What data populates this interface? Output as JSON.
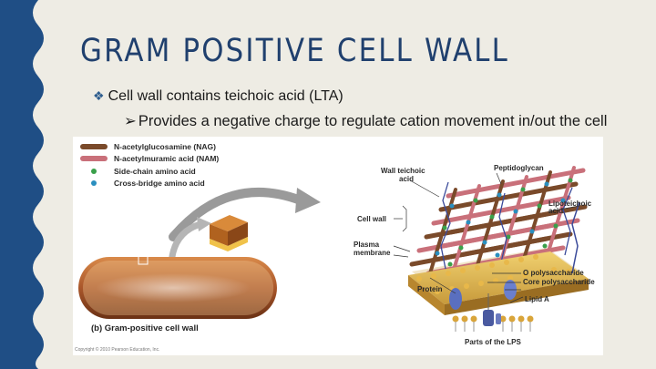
{
  "slide": {
    "title": "GRAM POSITIVE CELL WALL",
    "bullets": [
      {
        "marker": "❖",
        "text": "Cell wall contains teichoic acid (LTA)"
      },
      {
        "marker": "➢",
        "text": "Provides a negative charge to regulate cation movement in/out the cell"
      }
    ]
  },
  "figure": {
    "legend": [
      {
        "label": "N-acetylglucosamine (NAG)",
        "color": "#7a4a2a"
      },
      {
        "label": "N-acetylmuramic acid (NAM)",
        "color": "#c9707a"
      },
      {
        "label": "Side-chain amino acid",
        "color": "#3aa04a"
      },
      {
        "label": "Cross-bridge amino acid",
        "color": "#2a8fbf"
      }
    ],
    "labels": {
      "wall_teichoic_acid": [
        "Wall teichoic",
        "acid"
      ],
      "peptidoglycan": "Peptidoglycan",
      "lipoteichoic_acid": [
        "Lipoteichoic",
        "acid"
      ],
      "cell_wall": "Cell wall",
      "plasma_membrane": [
        "Plasma",
        "membrane"
      ],
      "protein": "Protein",
      "o_polysaccharide": "O polysaccharide",
      "core_polysaccharide": "Core polysaccharide",
      "lipid_a": "Lipid A",
      "parts_of_lps": "Parts of the LPS"
    },
    "caption": "(b) Gram-positive cell wall",
    "copyright": "Copyright © 2010 Pearson Education, Inc."
  },
  "colors": {
    "accent": "#20406e",
    "side_band": "#1f4e85",
    "background": "#eeece4",
    "nag": "#7a4a2a",
    "nam": "#c9707a",
    "side_chain": "#3aa04a",
    "cross_bridge": "#2a8fbf"
  }
}
